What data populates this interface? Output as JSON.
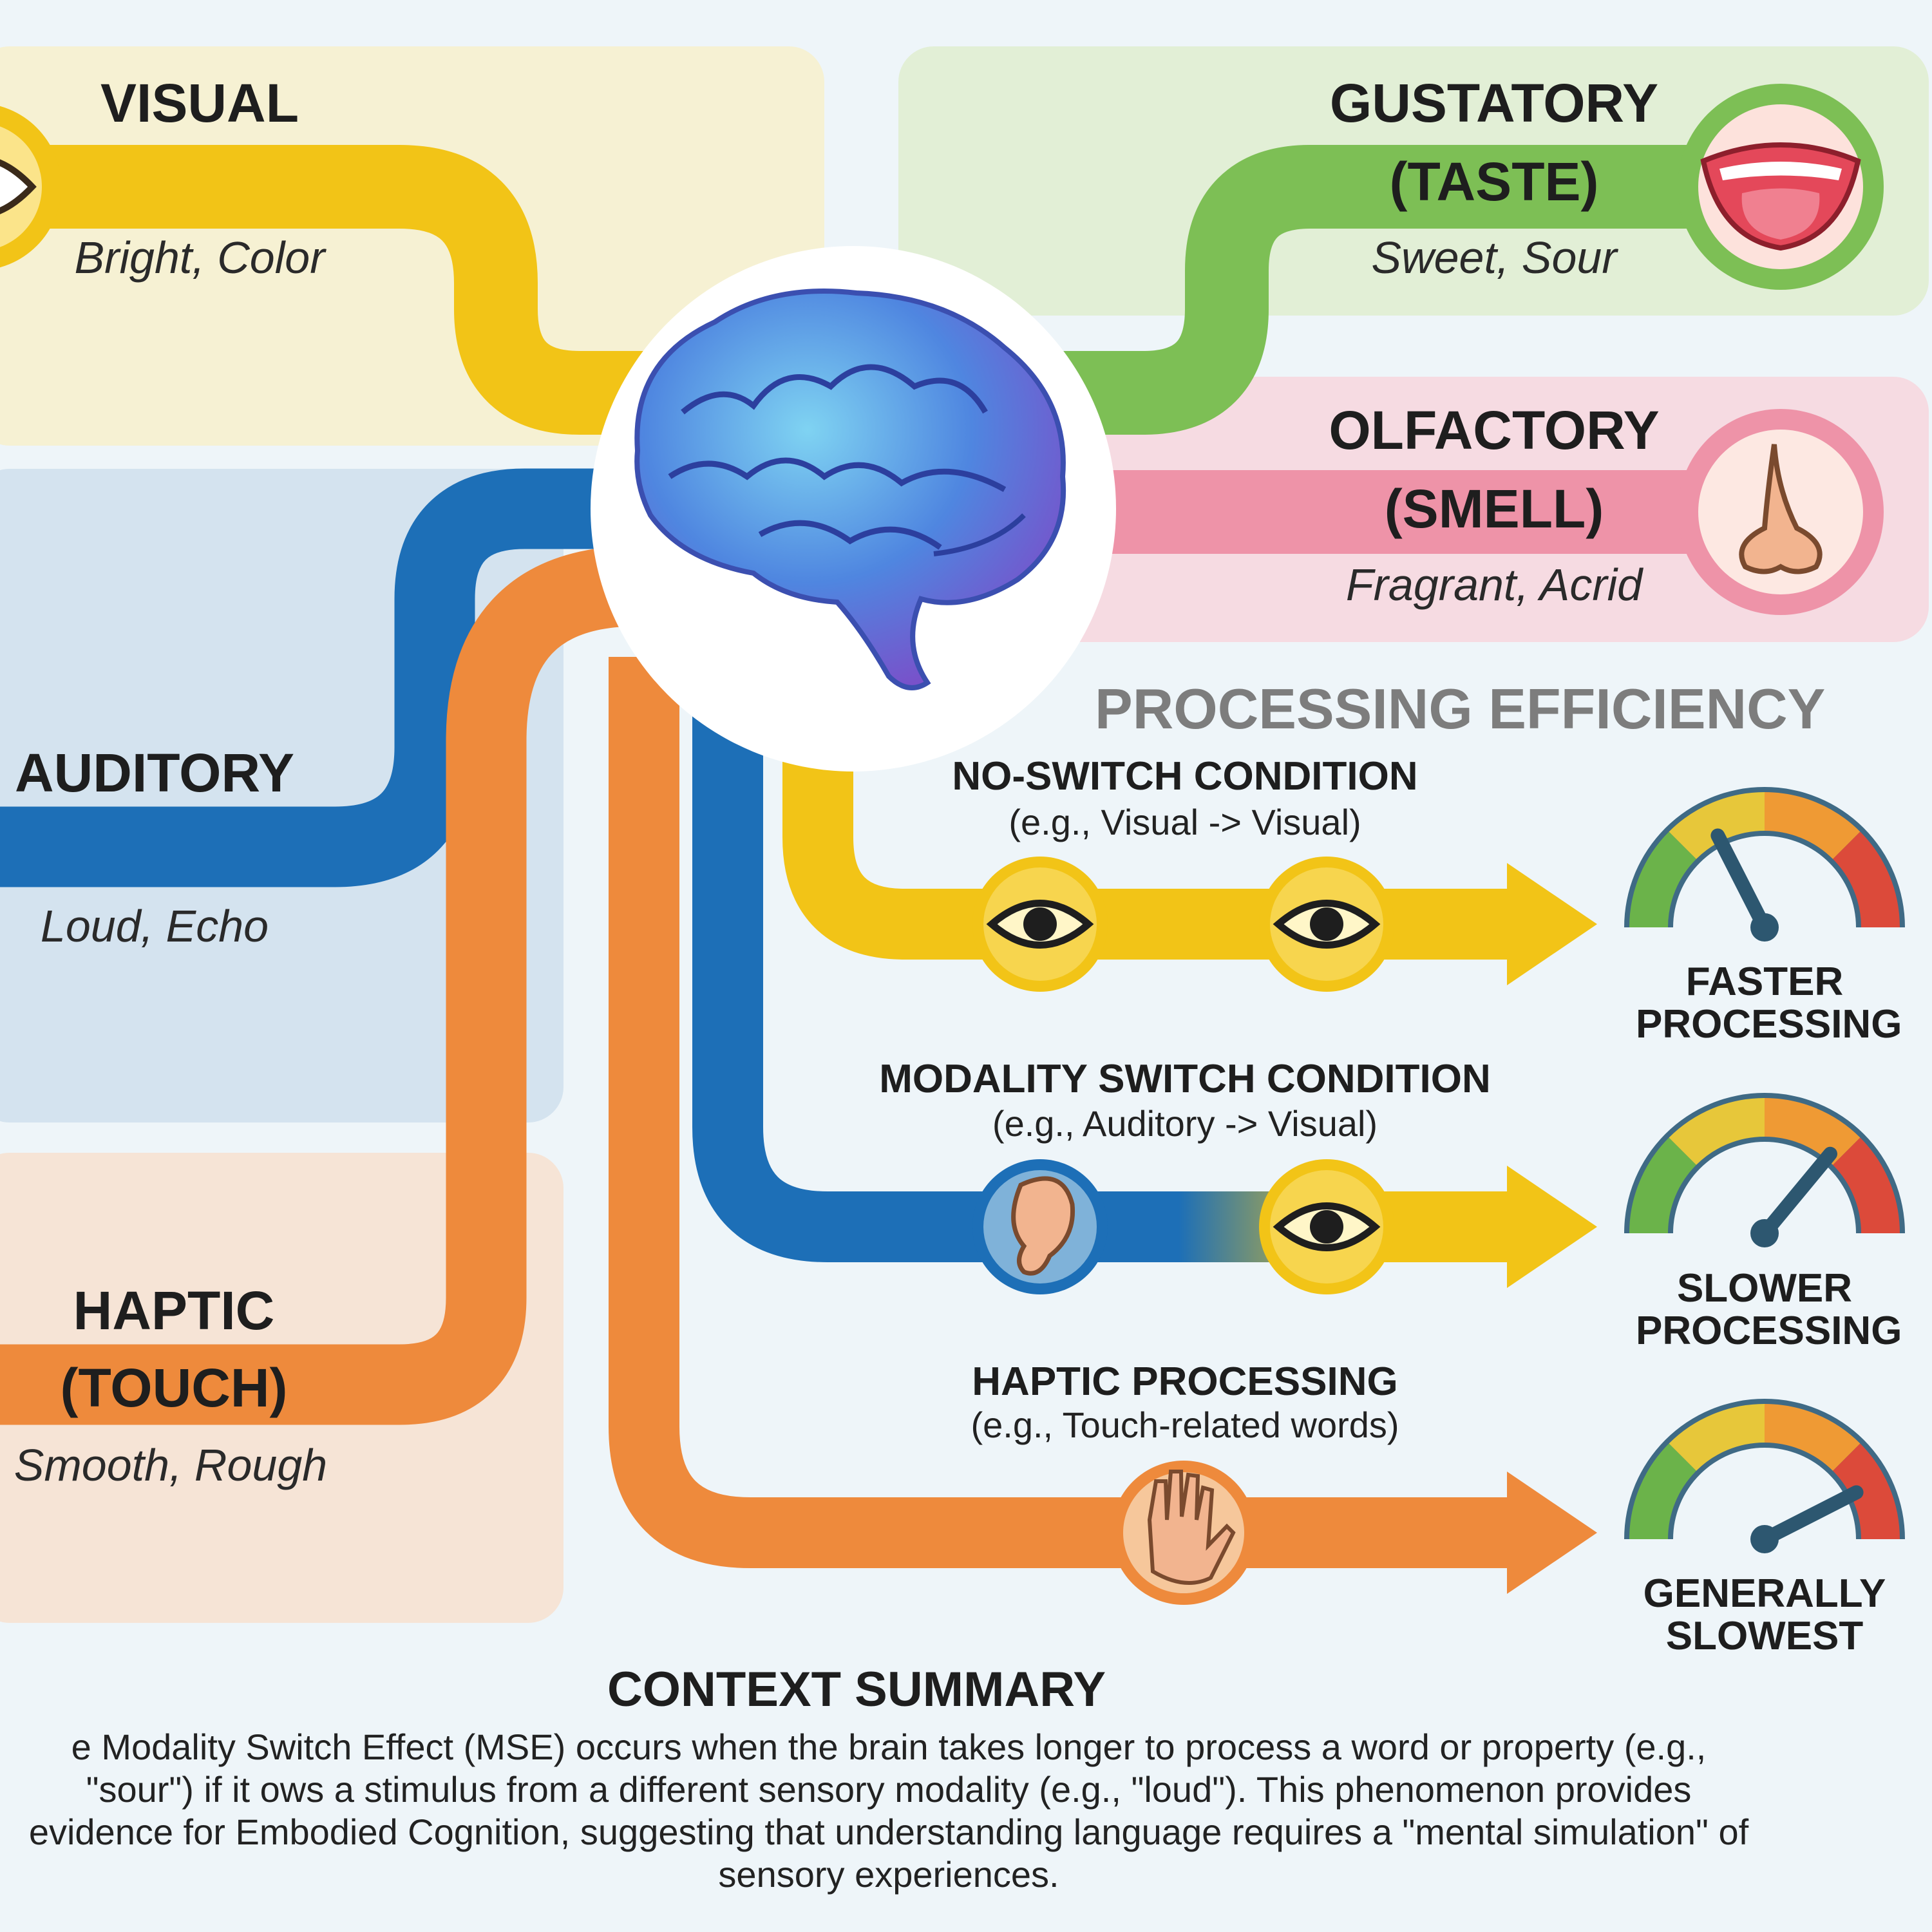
{
  "modalities": {
    "visual": {
      "title": "VISUAL",
      "example": "Bright, Color",
      "color": "#f2c417",
      "panel": "#f6f1d3"
    },
    "gustatory": {
      "title_line1": "GUSTATORY",
      "title_line2": "(TASTE)",
      "example": "Sweet, Sour",
      "color": "#7dbf55",
      "panel": "#e2efd6"
    },
    "olfactory": {
      "title_line1": "OLFACTORY",
      "title_line2": "(SMELL)",
      "example": "Fragrant, Acrid",
      "color": "#ee93a8",
      "panel": "#f6dbe2"
    },
    "auditory": {
      "title": "AUDITORY",
      "example": "Loud, Echo",
      "color": "#1d6fb7",
      "panel": "#d4e3ef"
    },
    "haptic": {
      "title_line1": "HAPTIC",
      "title_line2": "(TOUCH)",
      "example": "Smooth, Rough",
      "color": "#ee8a3c",
      "panel": "#f6e4d6"
    }
  },
  "efficiency": {
    "heading": "PROCESSING EFFICIENCY",
    "conditions": [
      {
        "name": "NO-SWITCH CONDITION",
        "example": "(e.g., Visual -> Visual)",
        "result_line1": "FASTER",
        "result_line2": "PROCESSING",
        "gauge_level": 0.35
      },
      {
        "name": "MODALITY SWITCH CONDITION",
        "example": "(e.g., Auditory -> Visual)",
        "result_line1": "SLOWER",
        "result_line2": "PROCESSING",
        "gauge_level": 0.72
      },
      {
        "name": "HAPTIC PROCESSING",
        "example": "(e.g., Touch-related words)",
        "result_line1": "GENERALLY",
        "result_line2": "SLOWEST",
        "gauge_level": 0.85
      }
    ]
  },
  "summary": {
    "title": "CONTEXT SUMMARY",
    "text": "e Modality Switch Effect (MSE) occurs when the brain takes longer to process a word or property (e.g., \"sour\") if it ows a stimulus from a different sensory modality (e.g., \"loud\"). This phenomenon provides evidence for Embodied Cognition, suggesting that understanding language requires a \"mental simulation\" of sensory experiences."
  },
  "icons": [
    "eye-icon",
    "mouth-icon",
    "nose-icon",
    "ear-icon",
    "hand-icon",
    "brain-icon",
    "gauge-icon"
  ]
}
